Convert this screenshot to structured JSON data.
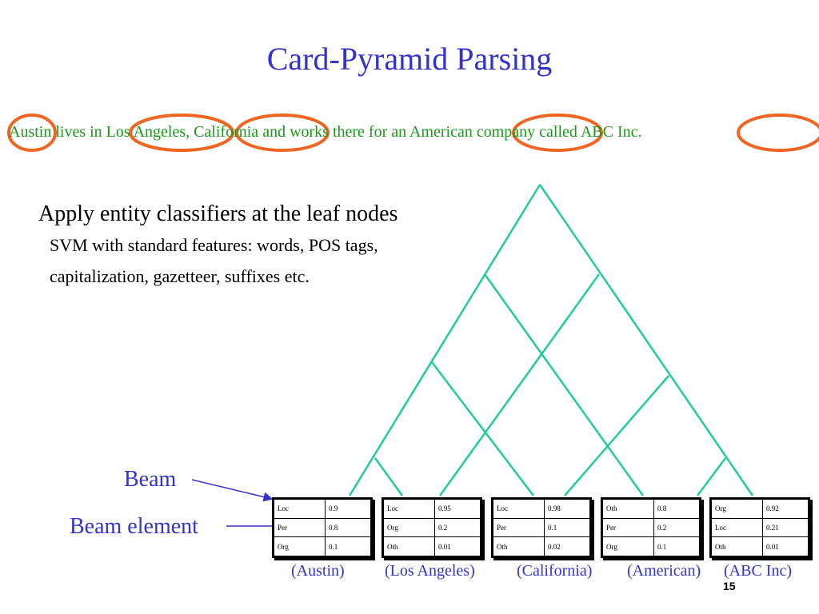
{
  "title": "Card-Pyramid Parsing",
  "sentence": "Austin lives in Los Angeles, California and works there for an American company called ABC Inc.",
  "heading": "Apply entity classifiers at the leaf nodes",
  "bullets": [
    "SVM with standard features: words, POS tags,",
    "capitalization, gazetteer, suffixes etc."
  ],
  "beam_label": "Beam",
  "beam_element_label": "Beam element",
  "leaves": [
    {
      "label": "(Austin)",
      "rows": [
        [
          "Loc",
          "0.9"
        ],
        [
          "Per",
          "0.8"
        ],
        [
          "Org",
          "0.1"
        ]
      ]
    },
    {
      "label": "(Los Angeles)",
      "rows": [
        [
          "Loc",
          "0.95"
        ],
        [
          "Org",
          "0.2"
        ],
        [
          "Oth",
          "0.01"
        ]
      ]
    },
    {
      "label": "(California)",
      "rows": [
        [
          "Loc",
          "0.98"
        ],
        [
          "Per",
          "0.1"
        ],
        [
          "Oth",
          "0.02"
        ]
      ]
    },
    {
      "label": "(American)",
      "rows": [
        [
          "Oth",
          "0.8"
        ],
        [
          "Per",
          "0.2"
        ],
        [
          "Org",
          "0.1"
        ]
      ]
    },
    {
      "label": "(ABC Inc)",
      "rows": [
        [
          "Org",
          "0.92"
        ],
        [
          "Loc",
          "0.21"
        ],
        [
          "Oth",
          "0.01"
        ]
      ]
    }
  ],
  "slide_number": "15",
  "colors": {
    "title": "#3333cc",
    "sentence": "#1a9a1a",
    "pyramid": "#22cc99",
    "ellipse": "#ee6622",
    "arrow": "#3333cc"
  }
}
